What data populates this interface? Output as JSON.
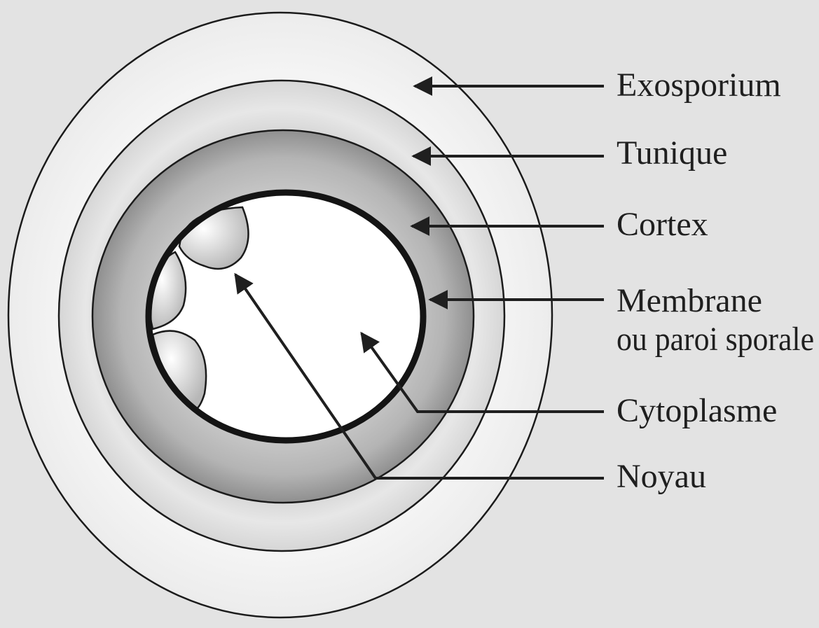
{
  "labels": {
    "exosporium": "Exosporium",
    "tunique": "Tunique",
    "cortex": "Cortex",
    "membrane_line1": "Membrane",
    "membrane_line2": "ou paroi sporale",
    "cytoplasme": "Cytoplasme",
    "noyau": "Noyau"
  },
  "colors": {
    "background": "#e3e3e3",
    "exosporium": "#f6f6f6",
    "tunique": "#dcdcdc",
    "cortex": "#a9a9a9",
    "membrane": "#1a1a1a",
    "cytoplasme": "#ffffff",
    "noyau": "#cfcfcf",
    "lines": "#2a2a2a"
  }
}
